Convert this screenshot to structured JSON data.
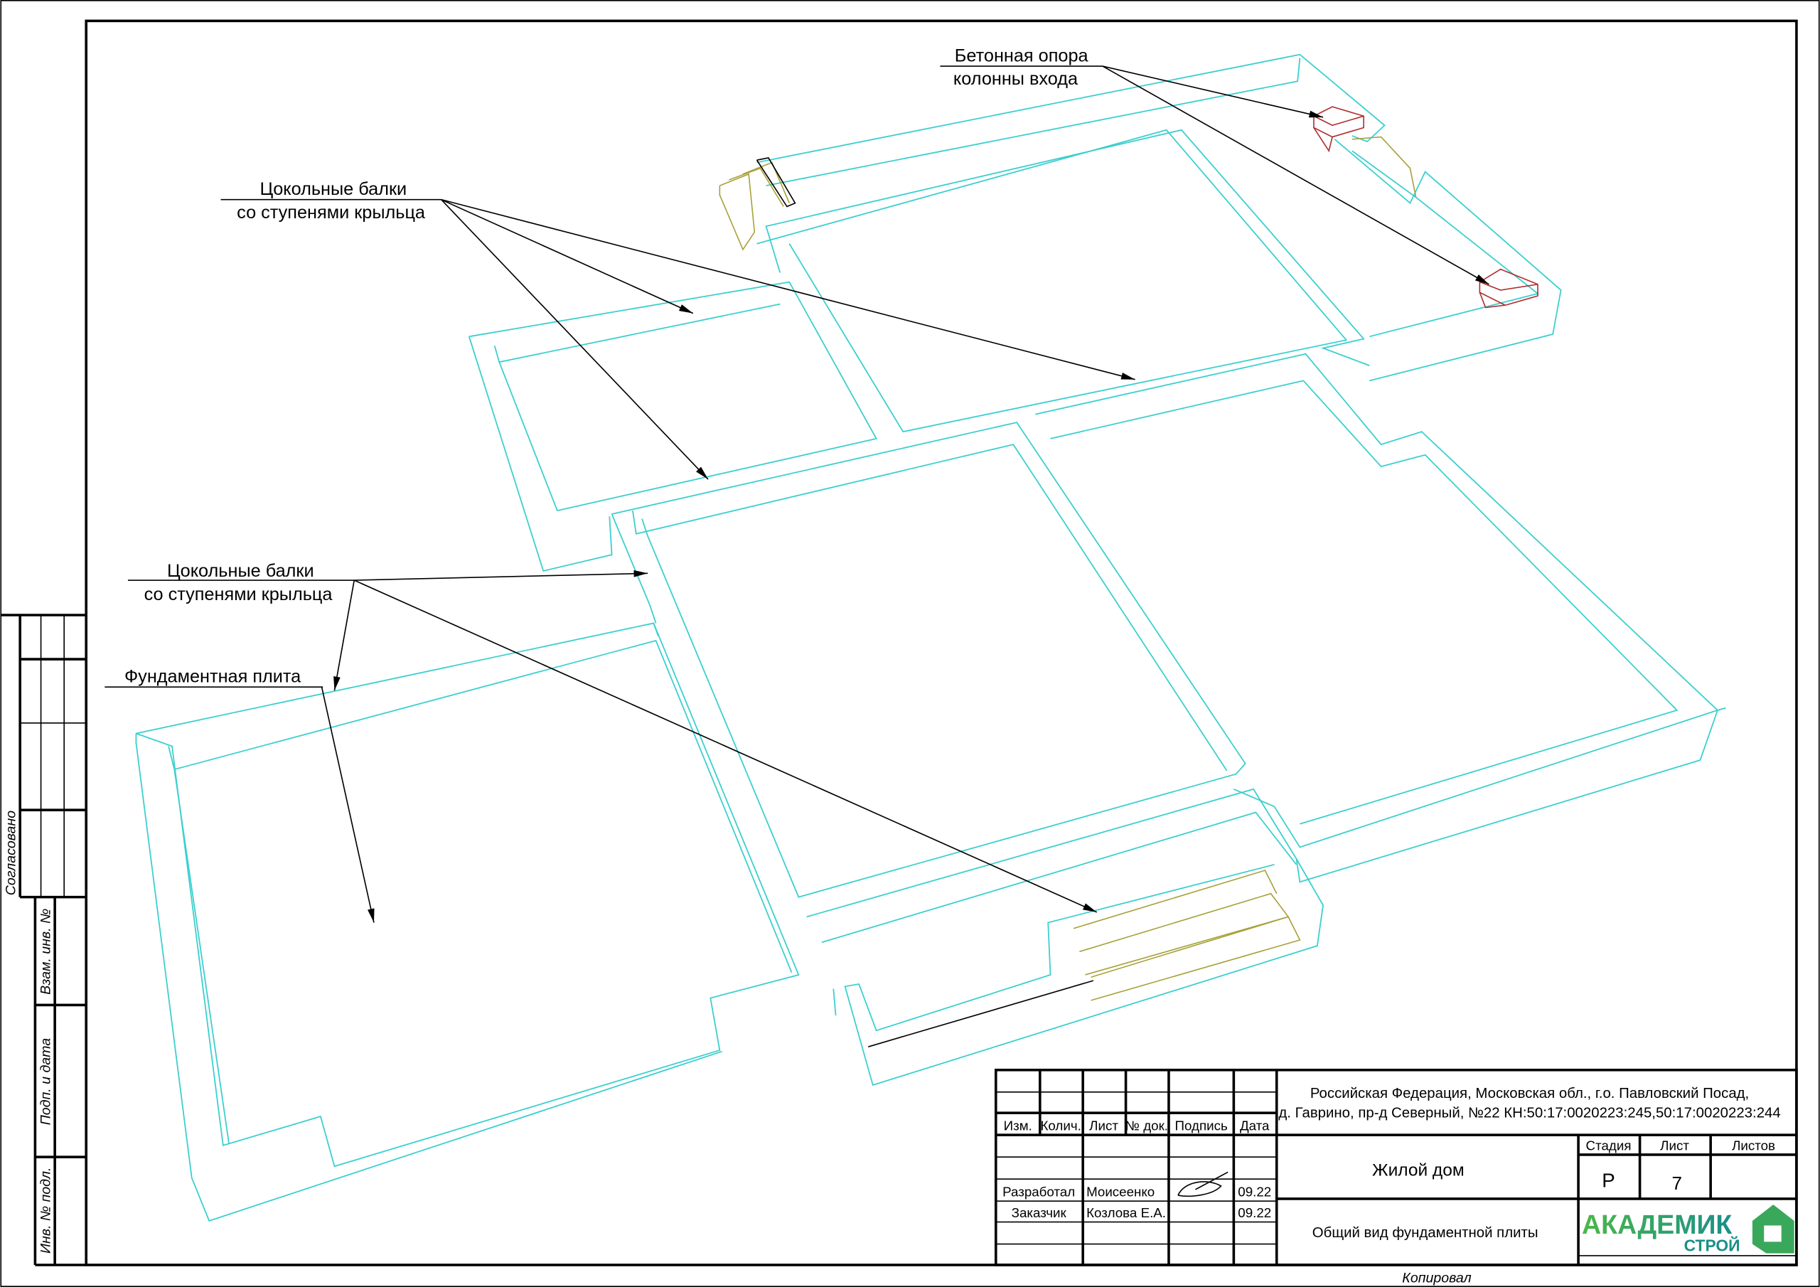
{
  "annotations": {
    "concrete_support": [
      "Бетонная опора",
      "колонны входа"
    ],
    "plinth_beams_top": [
      "Цокольные балки",
      "со ступенями крыльца"
    ],
    "plinth_beams_left": [
      "Цокольные балки",
      "со ступенями крыльца"
    ],
    "foundation_slab": "Фундаментная плита"
  },
  "side_stamp": {
    "agreed": "Согласовано",
    "replaced_inv": "Взам. инв. №",
    "sign_date": "Подп. и дата",
    "inv_original": "Инв. № подл."
  },
  "title_block": {
    "headers": [
      "Изм.",
      "Колич.",
      "Лист",
      "№ док.",
      "Подпись",
      "Дата"
    ],
    "rows": [
      {
        "role": "Разработал",
        "name": "Моисеенко",
        "date": "09.22"
      },
      {
        "role": "Заказчик",
        "name": "Козлова Е.А.",
        "date": "09.22"
      }
    ],
    "address": [
      "Российская Федерация, Московская обл., г.о. Павловский Посад,",
      "д. Гаврино, пр-д Северный, №22 КН:50:17:0020223:245,50:17:0020223:244"
    ],
    "object": "Жилой дом",
    "sheet_title": "Общий вид фундаментной плиты",
    "stage_label": "Стадия",
    "sheet_label": "Лист",
    "sheets_label": "Листов",
    "stage": "Р",
    "sheet": "7",
    "logo": {
      "main": "АКАДЕМИК",
      "sub": "СТРОЙ"
    },
    "copied": "Копировал"
  },
  "colors": {
    "beams": "#3ccfcf",
    "stairs": "#a8a23c",
    "supports": "#b03030",
    "logo_green": "#4cb848",
    "logo_teal": "#1a8f8a"
  }
}
